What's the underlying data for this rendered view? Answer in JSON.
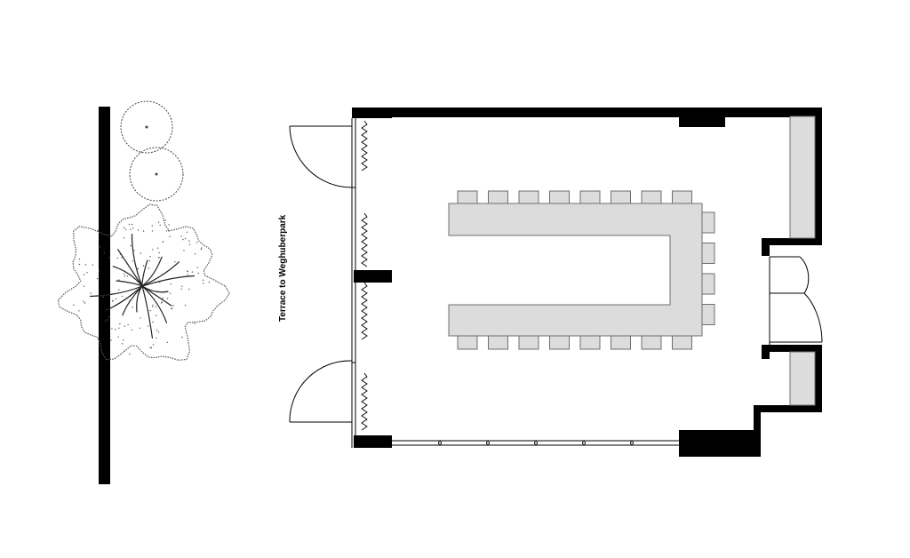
{
  "floorplan": {
    "terrace_label": "Terrace to Weghuberpark",
    "colors": {
      "wall": "#000000",
      "furniture_fill": "#dcdcdc",
      "furniture_stroke": "#6e6e6e",
      "line": "#000000",
      "tree_stipple": "#555555",
      "background": "#ffffff"
    },
    "icons": [
      "tree-icon",
      "shrub-icon",
      "door-swing-icon",
      "curtain-icon",
      "chair-icon",
      "table-icon"
    ],
    "chairs": {
      "top_row": 8,
      "bottom_row": 8,
      "right_column": 4
    }
  }
}
